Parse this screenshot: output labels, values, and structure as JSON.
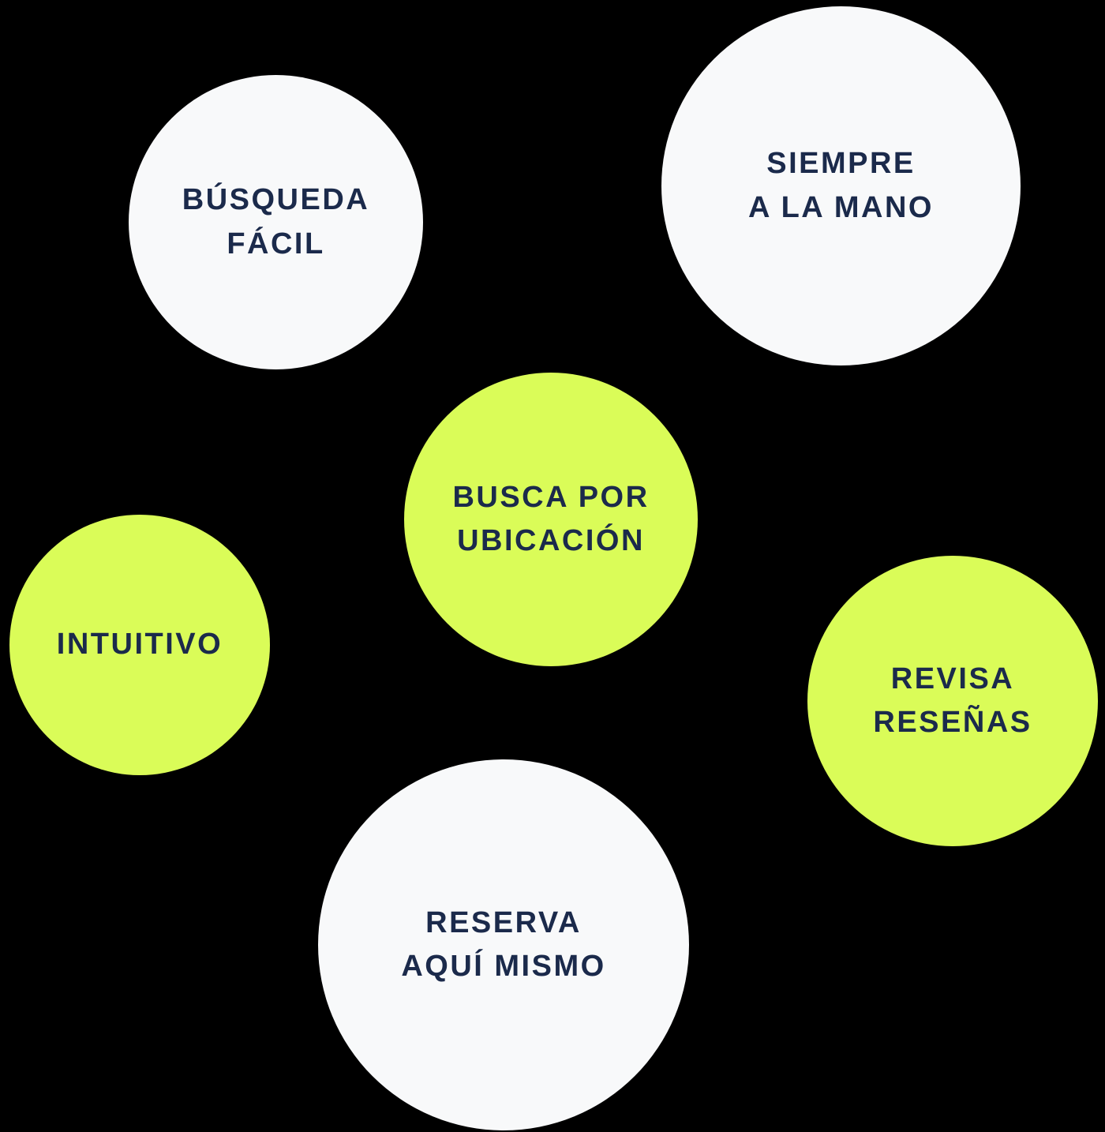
{
  "diagram": {
    "background": "#000000",
    "text_color": "#1B2A4B",
    "bubble_colors": {
      "white": "#F8F9FA",
      "lime": "#DAFC58"
    },
    "bubbles": [
      {
        "name": "busqueda-facil",
        "variant": "white",
        "line1": "BÚSQUEDA",
        "line2": "FÁCIL"
      },
      {
        "name": "siempre-a-la-mano",
        "variant": "white",
        "line1": "SIEMPRE",
        "line2": "A LA MANO"
      },
      {
        "name": "busca-por-ubicacion",
        "variant": "lime",
        "line1": "BUSCA POR",
        "line2": "UBICACIÓN"
      },
      {
        "name": "intuitivo",
        "variant": "lime",
        "line1": "INTUITIVO",
        "line2": ""
      },
      {
        "name": "revisa-resenas",
        "variant": "lime",
        "line1": "REVISA",
        "line2": "RESEÑAS"
      },
      {
        "name": "reserva-aqui-mismo",
        "variant": "white",
        "line1": "RESERVA",
        "line2": "AQUÍ MISMO"
      }
    ]
  }
}
